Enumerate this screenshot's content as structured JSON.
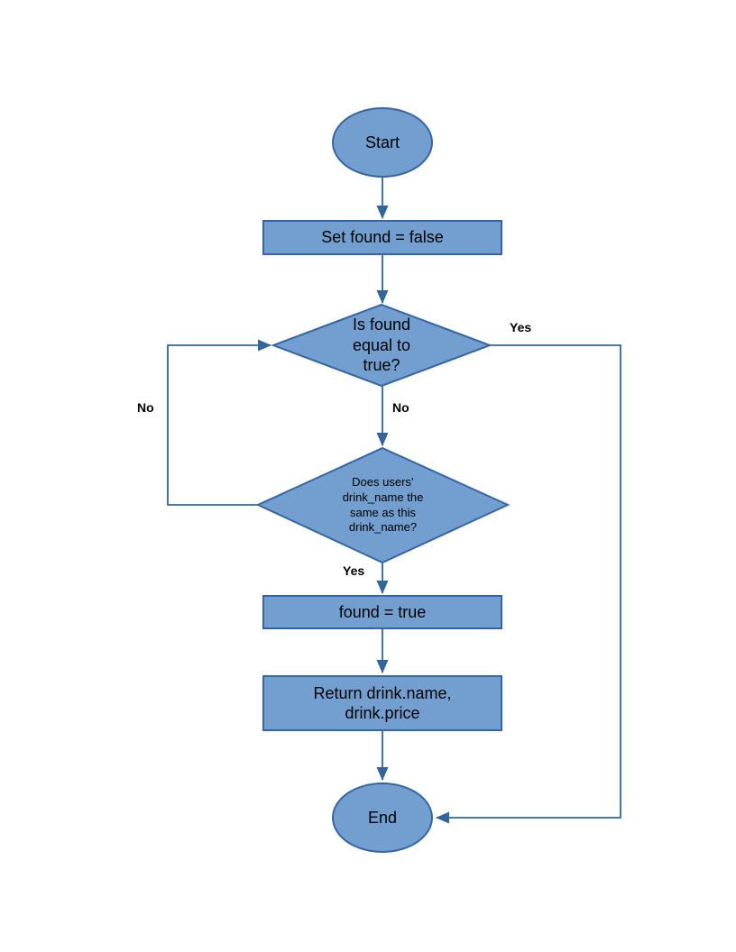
{
  "colors": {
    "shape_fill": "#729FCF",
    "shape_border": "#3465A4",
    "connector": "#31659C",
    "text": "#000000"
  },
  "nodes": {
    "start": {
      "label": "Start"
    },
    "set_found": {
      "label": "Set found = false"
    },
    "is_found": {
      "label": "Is found\nequal to\ntrue?"
    },
    "compare_drink": {
      "label": "Does users’\ndrink_name the\nsame as this\ndrink_name?"
    },
    "found_true": {
      "label": "found = true"
    },
    "return_drink": {
      "label": "Return drink.name,\ndrink.price"
    },
    "end": {
      "label": "End"
    }
  },
  "edge_labels": {
    "yes_right": "Yes",
    "no_down": "No",
    "no_left": "No",
    "yes_down": "Yes"
  }
}
